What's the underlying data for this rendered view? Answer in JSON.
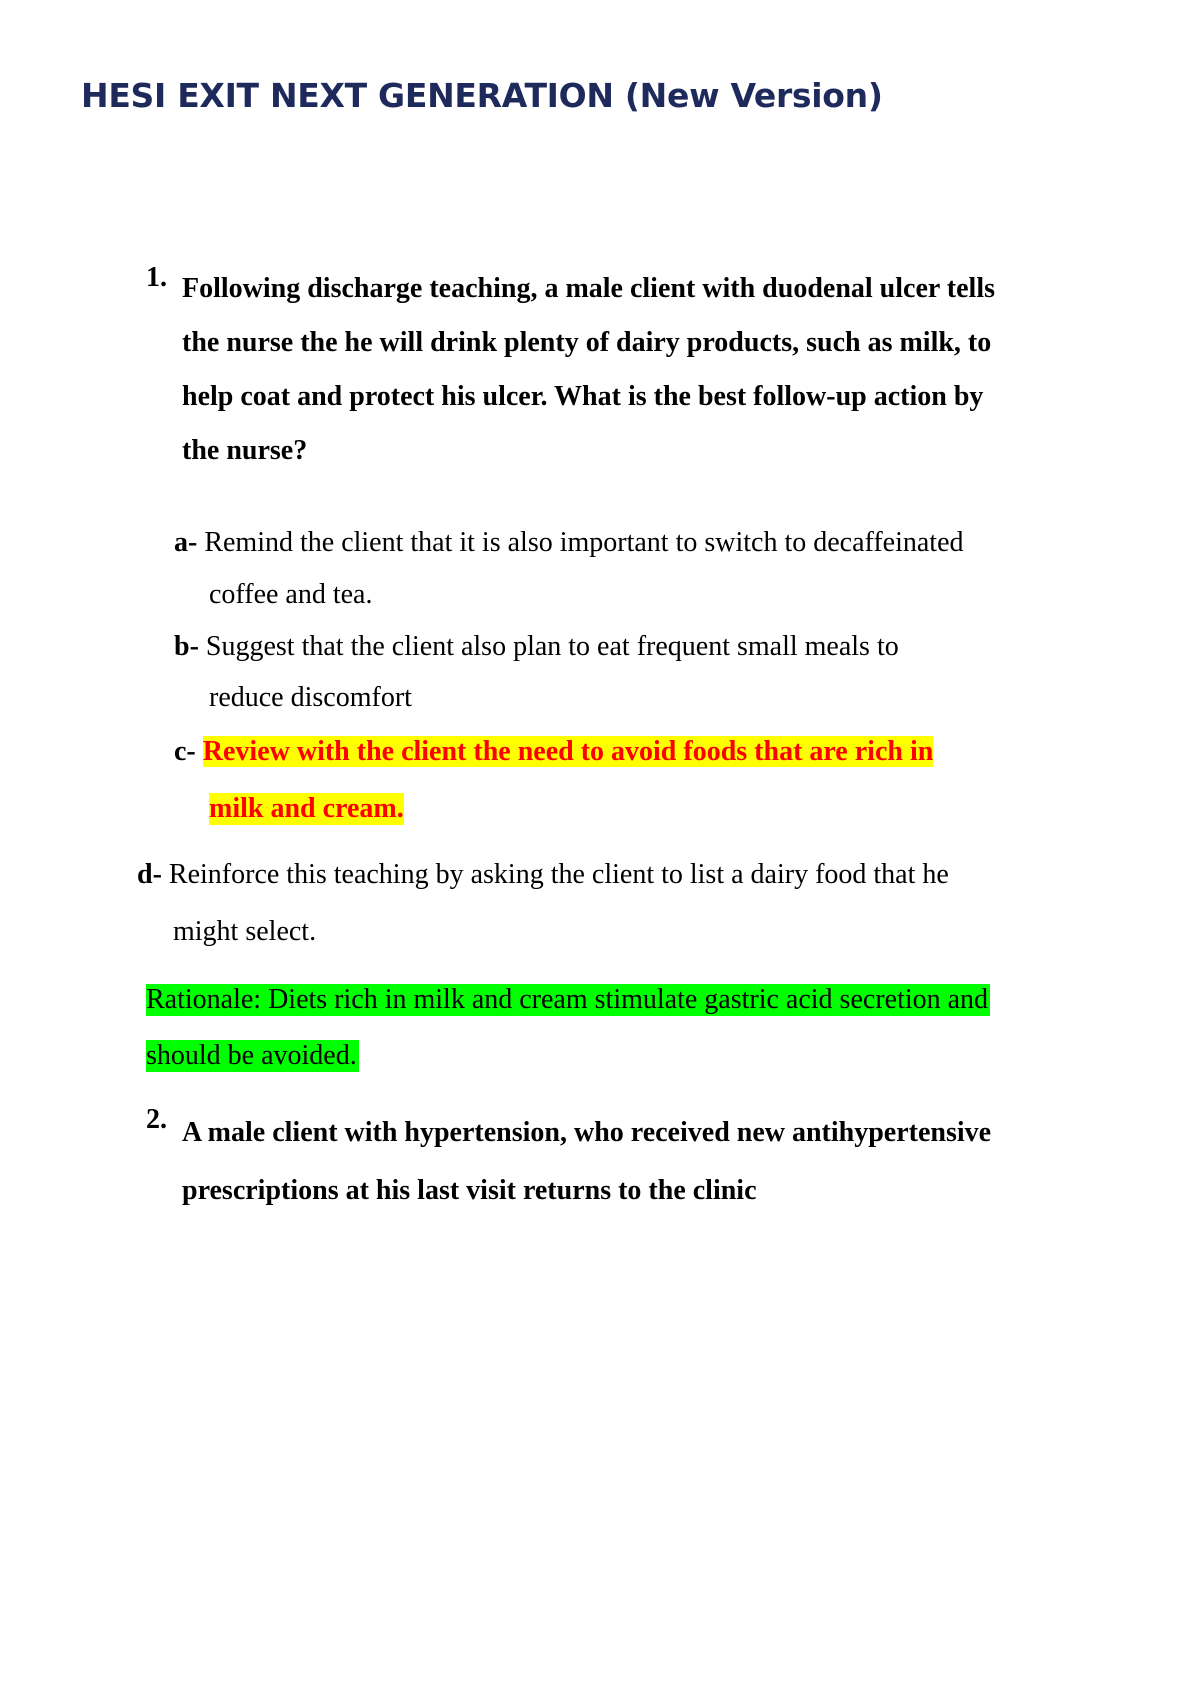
{
  "document": {
    "title": "HESI EXIT NEXT GENERATION (New Version)"
  },
  "questions": [
    {
      "number": "1.",
      "lines": [
        "Following discharge teaching, a male client with duodenal ulcer tells",
        "the nurse the he will drink plenty of dairy products, such as milk, to",
        "help coat and protect his ulcer. What is the best follow-up action by",
        "the nurse?"
      ],
      "options": [
        {
          "letter": "a-",
          "lines": [
            "Remind the client that it is also important to switch to decaffeinated",
            "coffee and tea."
          ],
          "correct": false
        },
        {
          "letter": "b-",
          "lines": [
            "Suggest that the client also plan to eat frequent small meals to",
            "reduce discomfort"
          ],
          "correct": false
        },
        {
          "letter": "c-",
          "lines": [
            "Review with the client the need to avoid foods that are rich in",
            "milk and cream."
          ],
          "correct": true
        },
        {
          "letter": "d-",
          "lines": [
            "Reinforce this teaching by asking the client to list a dairy food that he",
            "might select."
          ],
          "correct": false
        }
      ],
      "rationale": {
        "lines": [
          "Rationale: Diets rich in milk and cream stimulate gastric acid secretion and",
          "should be avoided."
        ]
      }
    },
    {
      "number": "2.",
      "lines": [
        "A male client with hypertension, who received new antihypertensive",
        "prescriptions at his last visit returns to the clinic"
      ]
    }
  ],
  "colors": {
    "title": "#1f2a5c",
    "correct_text": "#ff0000",
    "correct_highlight": "#ffff00",
    "rationale_highlight": "#00ff00"
  }
}
